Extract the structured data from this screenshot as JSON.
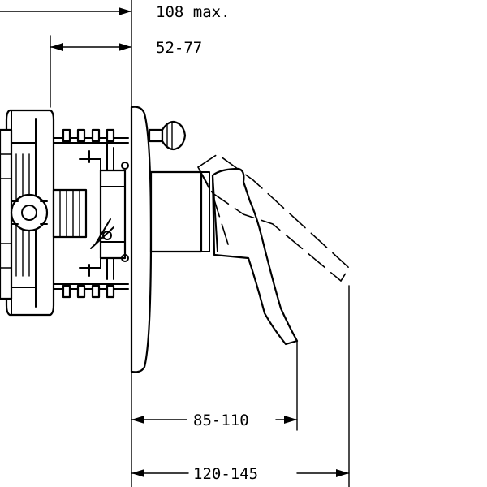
{
  "dimensions": {
    "overall_depth": "108 max.",
    "mounting_depth": "52-77",
    "lever_projection": "85-110",
    "lever_projection_open": "120-145"
  },
  "colors": {
    "line": "#000000",
    "background": "#ffffff"
  }
}
